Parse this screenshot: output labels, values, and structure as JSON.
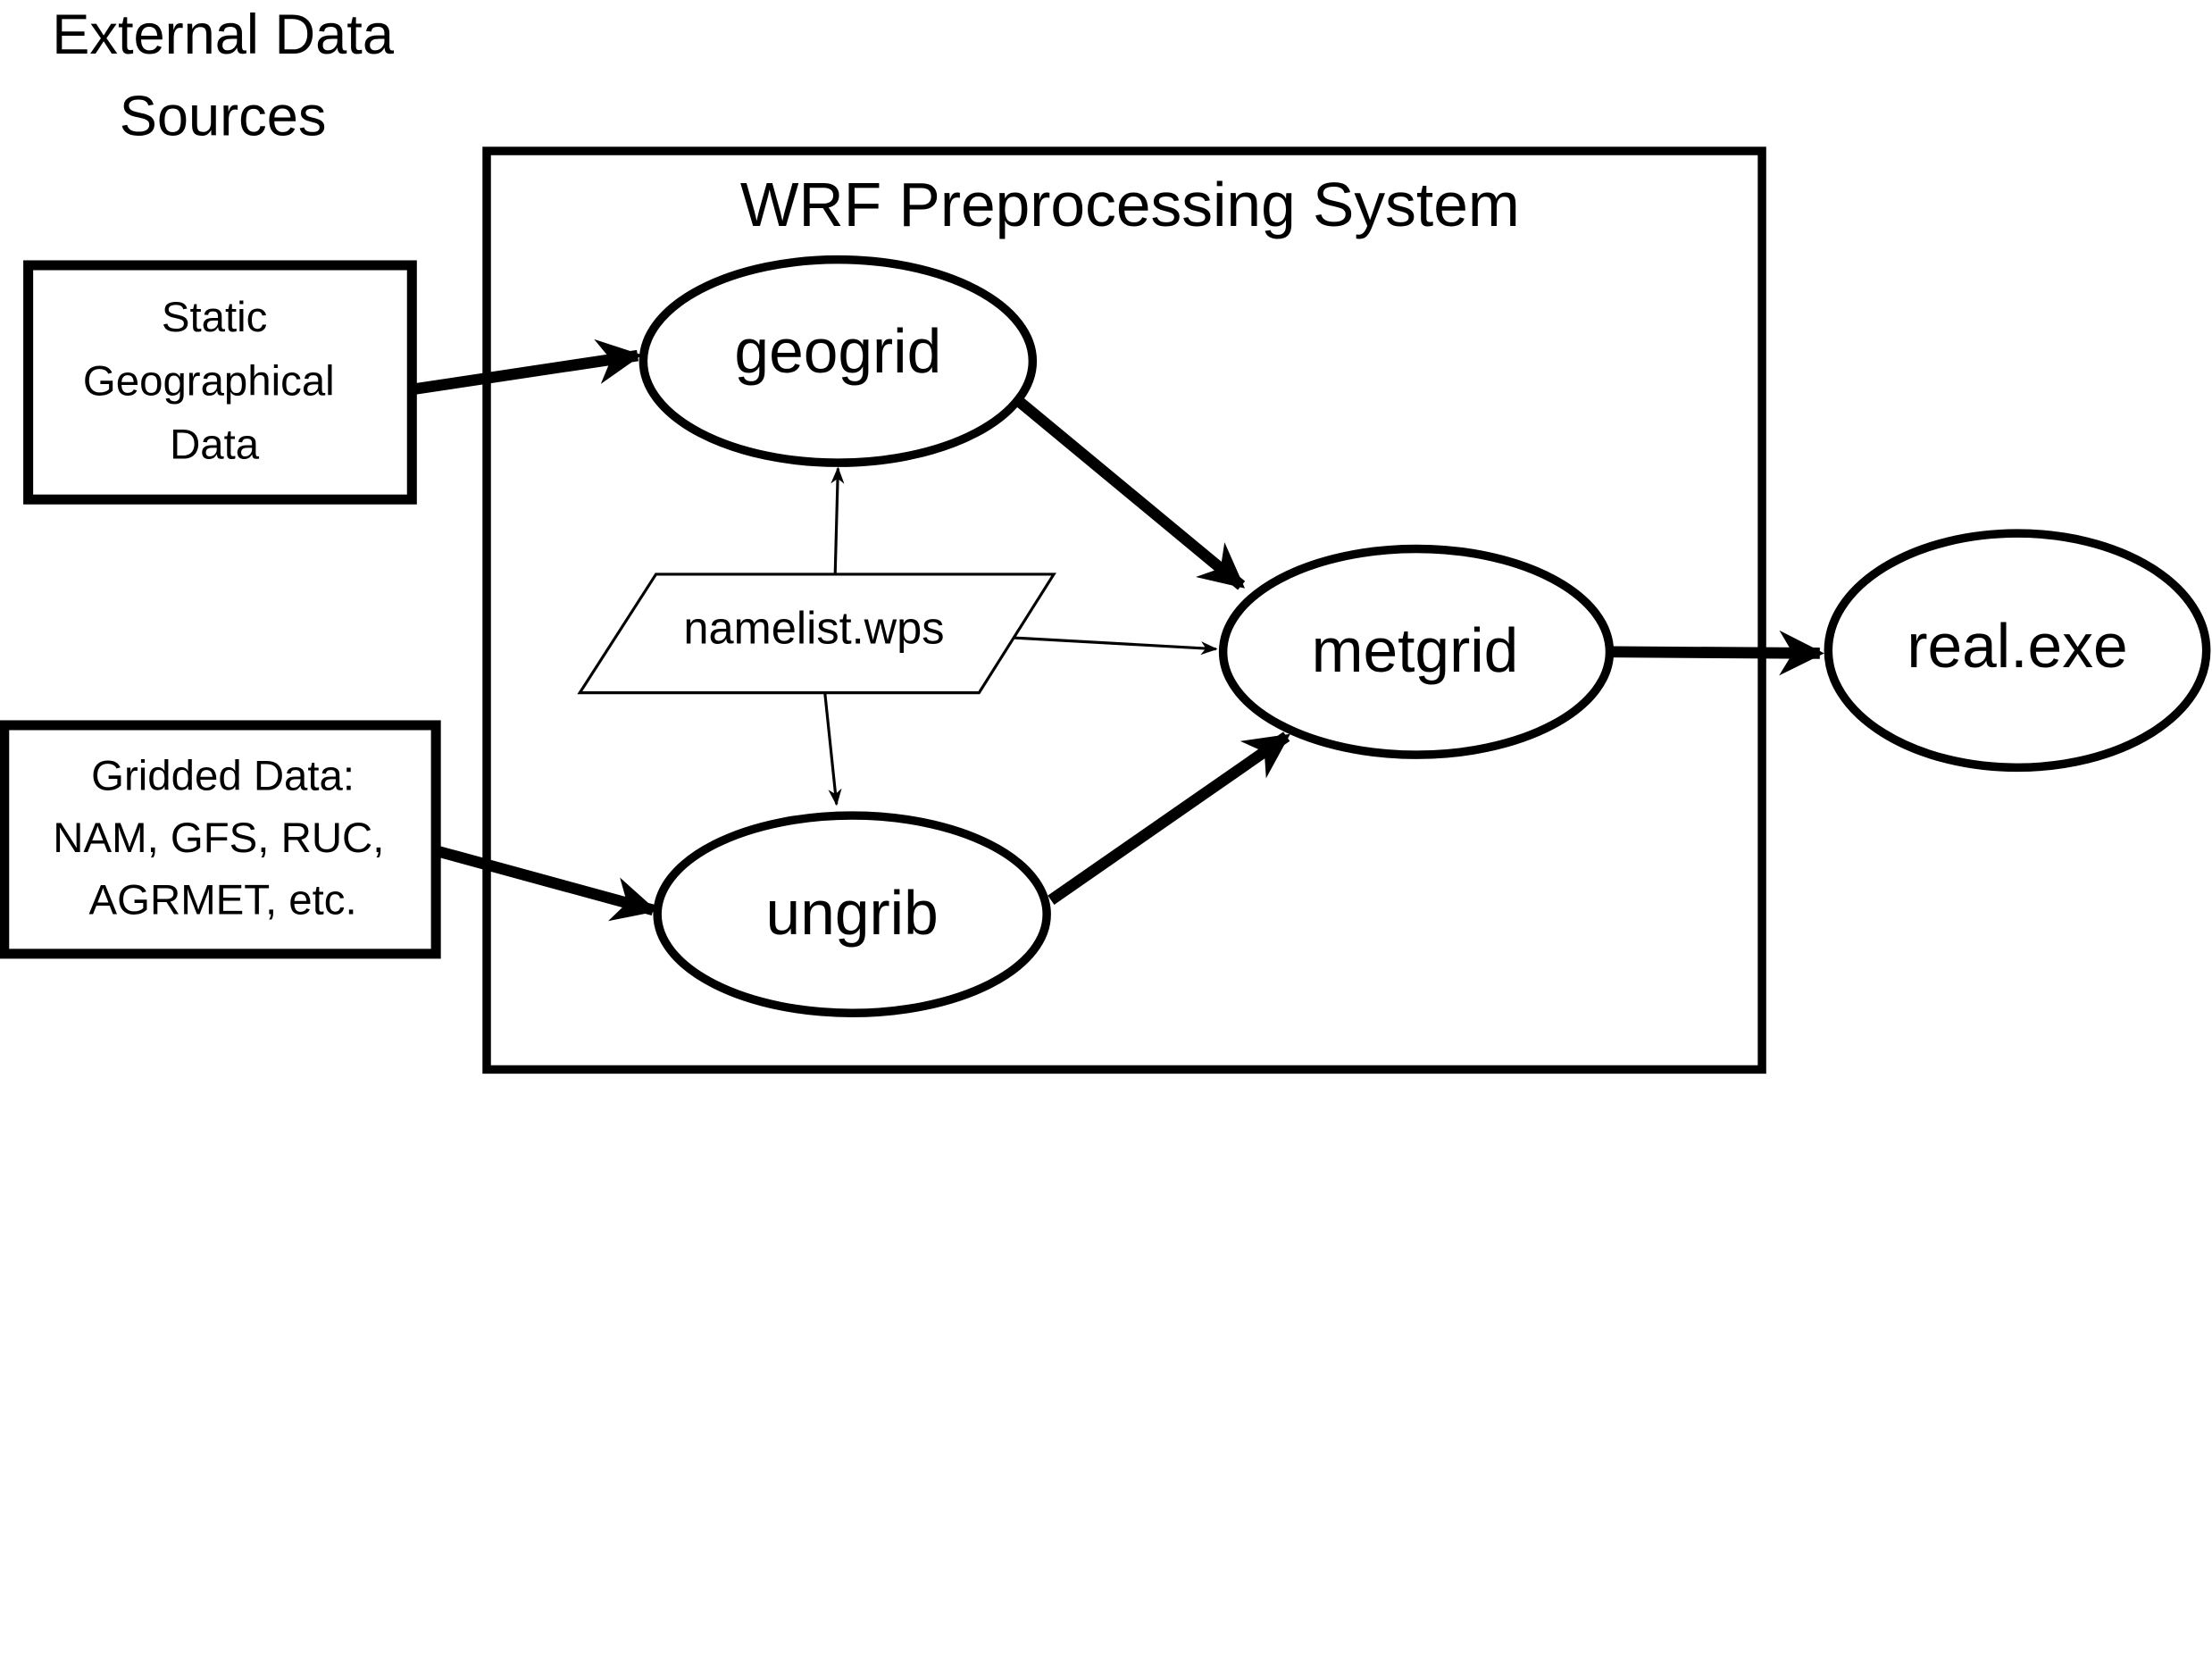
{
  "diagram": {
    "title_external": [
      "External Data",
      "Sources"
    ],
    "system_title": "WRF Preprocessing System",
    "sources": {
      "static": [
        "Static",
        "Geographical",
        "Data"
      ],
      "gridded": [
        "Gridded Data:",
        "NAM, GFS, RUC,",
        "AGRMET, etc."
      ]
    },
    "nodes": {
      "geogrid": "geogrid",
      "ungrib": "ungrib",
      "metgrid": "metgrid",
      "namelist": "namelist.wps",
      "real": "real.exe"
    },
    "edges": [
      {
        "from": "Static Geographical Data",
        "to": "geogrid"
      },
      {
        "from": "Gridded Data",
        "to": "ungrib"
      },
      {
        "from": "geogrid",
        "to": "metgrid"
      },
      {
        "from": "ungrib",
        "to": "metgrid"
      },
      {
        "from": "namelist.wps",
        "to": "geogrid"
      },
      {
        "from": "namelist.wps",
        "to": "ungrib"
      },
      {
        "from": "namelist.wps",
        "to": "metgrid"
      },
      {
        "from": "metgrid",
        "to": "real.exe"
      }
    ]
  }
}
